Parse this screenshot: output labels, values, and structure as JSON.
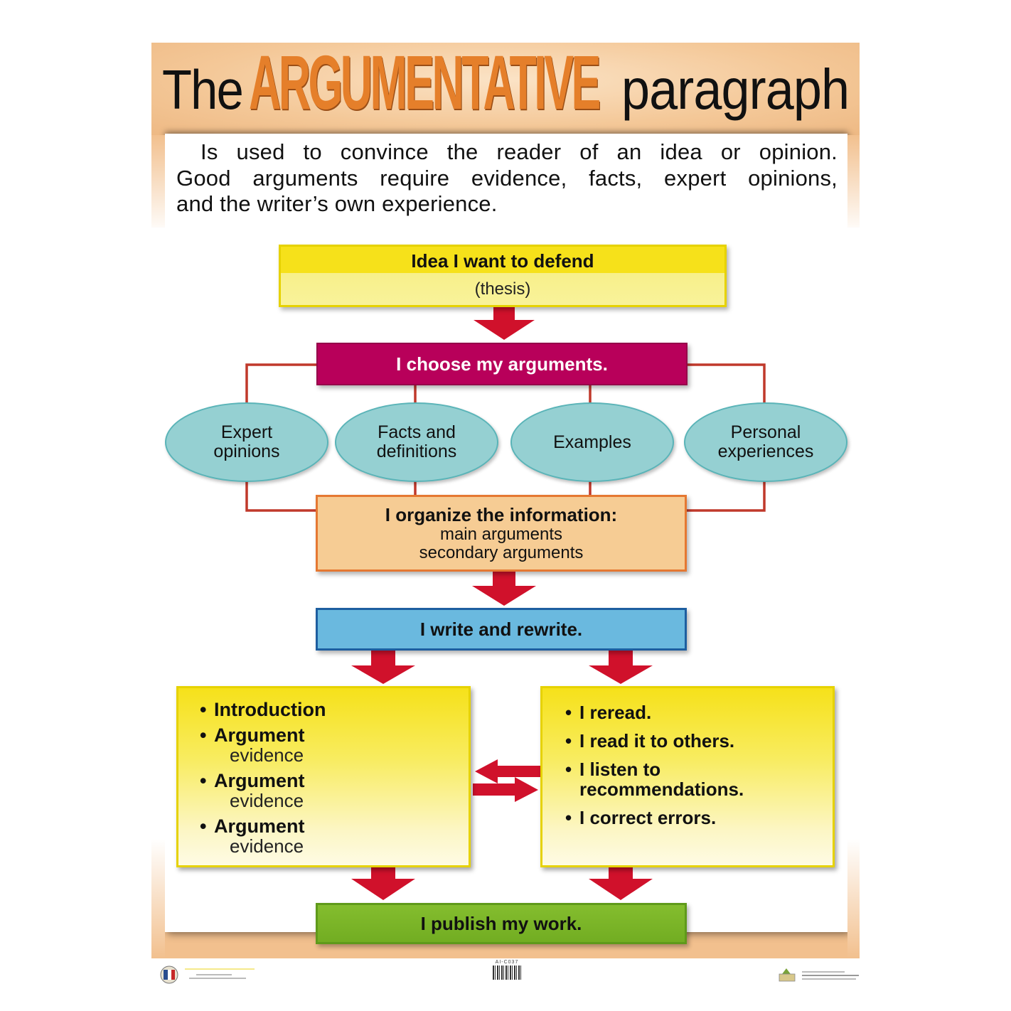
{
  "title": {
    "prefix": "The",
    "highlight": "ARGUMENTATIVE",
    "suffix": "paragraph"
  },
  "intro": {
    "line1": "Is used to convince the reader of an idea or opinion.",
    "line2": "Good arguments require evidence, facts, expert opinions,",
    "line3": "and the writer’s own experience."
  },
  "steps": {
    "thesis": {
      "title": "Idea I want to defend",
      "subtitle": "(thesis)"
    },
    "choose": {
      "title": "I choose my arguments."
    },
    "argument_types": [
      {
        "line1": "Expert",
        "line2": "opinions"
      },
      {
        "line1": "Facts and",
        "line2": "definitions"
      },
      {
        "line1": "Examples",
        "line2": ""
      },
      {
        "line1": "Personal",
        "line2": "experiences"
      }
    ],
    "organize": {
      "title": "I organize the information:",
      "line1": "main arguments",
      "line2": "secondary arguments"
    },
    "write": {
      "title": "I write and rewrite."
    },
    "structure_list": [
      {
        "main": "Introduction",
        "sub": ""
      },
      {
        "main": "Argument",
        "sub": "evidence"
      },
      {
        "main": "Argument",
        "sub": "evidence"
      },
      {
        "main": "Argument",
        "sub": "evidence"
      }
    ],
    "revision_list": [
      {
        "text": "I reread."
      },
      {
        "text": "I read it to others."
      },
      {
        "text": "I listen to",
        "text2": "recommendations."
      },
      {
        "text": "I correct errors."
      }
    ],
    "publish": {
      "title": "I publish my work."
    }
  },
  "bullet": "•",
  "footer": {
    "product_code": "AI-C037"
  },
  "colors": {
    "title_accent": "#e57f2a",
    "poster_background": "#f2c08e",
    "thesis_yellow": "#f6e11a",
    "choose_magenta": "#b8005a",
    "ellipse_teal": "#95d0d2",
    "organize_peach": "#f6cc94",
    "write_blue": "#6ab9df",
    "publish_green": "#7cb52a",
    "arrow_red": "#d0112b",
    "connector_red": "#c0392b"
  }
}
